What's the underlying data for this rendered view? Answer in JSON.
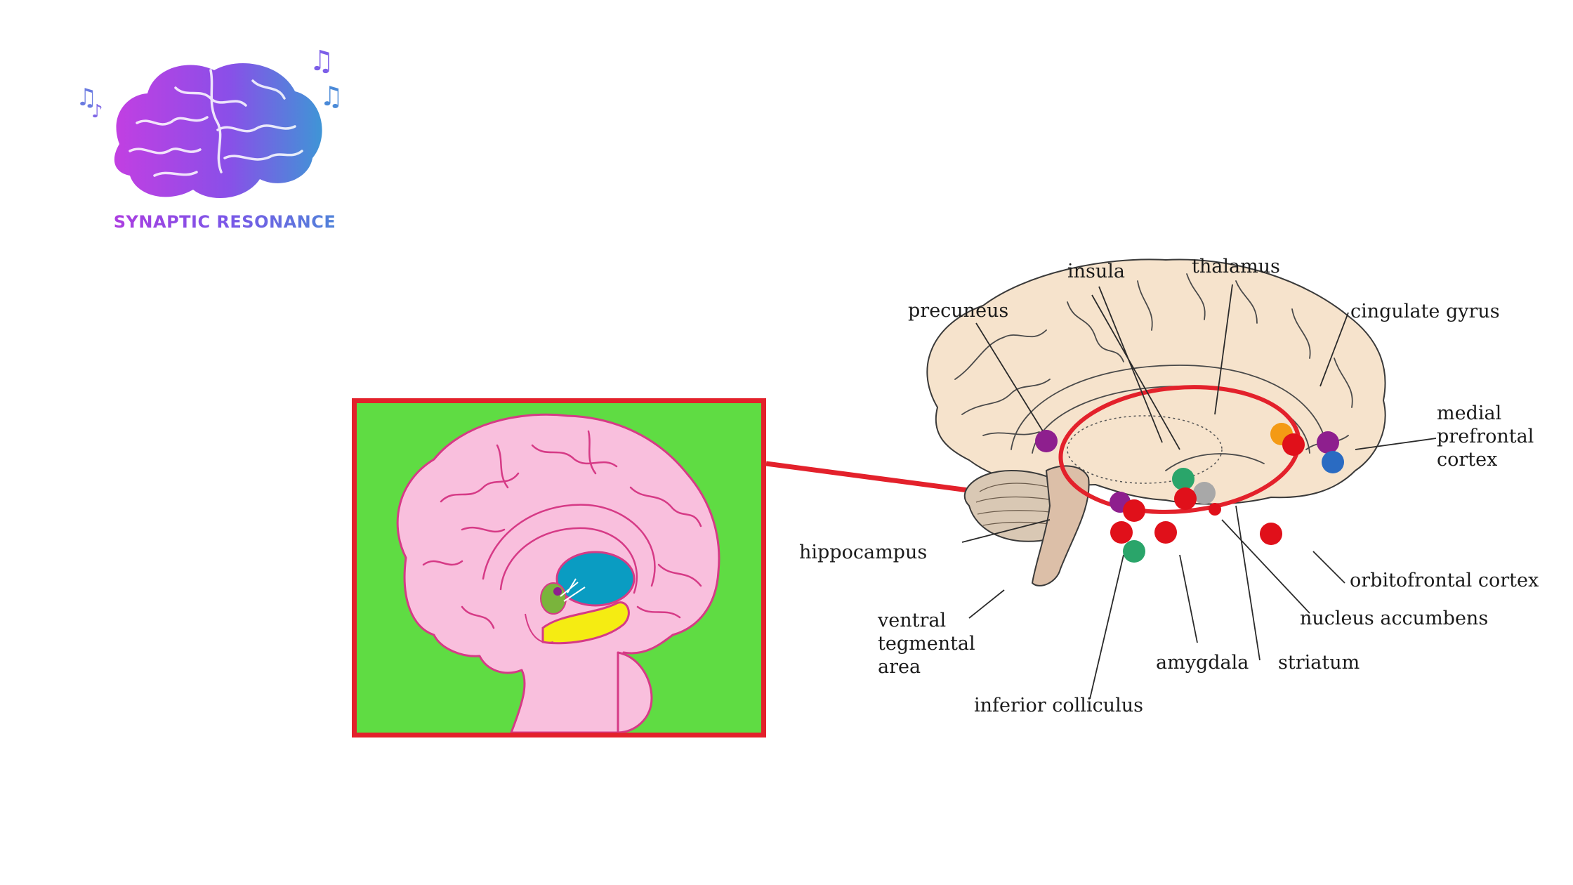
{
  "logo": {
    "name": "SYNAPTIC RESONANCE",
    "icon": "brain-with-music-notes-icon",
    "gradient": [
      "#b03be0",
      "#4d86d8"
    ]
  },
  "inset": {
    "border_color": "#e3212b",
    "background_color": "#5fdc43",
    "brain_color": "#f9bfdd",
    "outline_color": "#d63a86",
    "region_colors": {
      "thalamus_region": "#0a9cc2",
      "hippocampus_region": "#f5ec12",
      "small_nucleus": "#7ab43c"
    }
  },
  "diagram": {
    "labels": {
      "insula": "insula",
      "thalamus": "thalamus",
      "precuneus": "precuneus",
      "cingulate_gyrus": "cingulate gyrus",
      "medial_prefrontal_cortex": "medial\nprefrontal\ncortex",
      "hippocampus": "hippocampus",
      "ventral_tegmental_area": "ventral\ntegmental\narea",
      "orbitofrontal_cortex": "orbitofrontal cortex",
      "nucleus_accumbens": "nucleus accumbens",
      "amygdala": "amygdala",
      "striatum": "striatum",
      "inferior_colliculus": "inferior colliculus"
    },
    "marker_colors": {
      "red": "#e0101a",
      "purple": "#8e1f8e",
      "green": "#2aa56a",
      "orange": "#f49a14",
      "blue": "#2a6bc2",
      "gray": "#a8a8a8"
    },
    "highlight_color": "#e3212b",
    "brain_fill": "#f6e3cc"
  }
}
